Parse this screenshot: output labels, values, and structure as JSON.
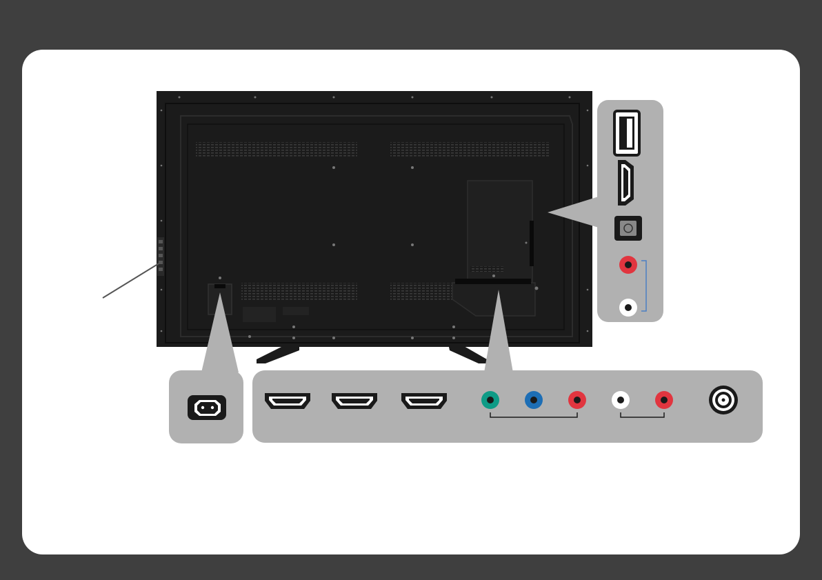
{
  "diagram": {
    "colors": {
      "frame": "#3f3f3f",
      "card": "#ffffff",
      "tv_body": "#1b1b1b",
      "callout_gray": "#b1b1b1",
      "jack_green": "#0e9b86",
      "jack_blue": "#1d6eb5",
      "jack_red": "#e1353f",
      "jack_white": "#ffffff",
      "bracket_blue": "#4a7fc4"
    },
    "side_panel_ports": [
      {
        "name": "usb-port",
        "icon": "usb-port-icon"
      },
      {
        "name": "hdmi-port-side",
        "icon": "hdmi-port-icon"
      },
      {
        "name": "optical-audio-port",
        "icon": "optical-port-icon"
      },
      {
        "name": "audio-in-red-jack",
        "icon": "rca-jack-icon",
        "color": "#e1353f"
      },
      {
        "name": "audio-in-white-jack",
        "icon": "rca-jack-icon",
        "color": "#ffffff"
      }
    ],
    "power_panel_ports": [
      {
        "name": "ac-power-inlet",
        "icon": "power-inlet-icon"
      }
    ],
    "bottom_panel_ports": [
      {
        "name": "hdmi-port-1",
        "icon": "hdmi-port-icon"
      },
      {
        "name": "hdmi-port-2",
        "icon": "hdmi-port-icon"
      },
      {
        "name": "hdmi-port-3",
        "icon": "hdmi-port-icon"
      },
      {
        "name": "component-y-jack",
        "icon": "rca-jack-icon",
        "color": "#0e9b86"
      },
      {
        "name": "component-pb-jack",
        "icon": "rca-jack-icon",
        "color": "#1d6eb5"
      },
      {
        "name": "component-pr-jack",
        "icon": "rca-jack-icon",
        "color": "#e1353f"
      },
      {
        "name": "audio-l-jack",
        "icon": "rca-jack-icon",
        "color": "#ffffff"
      },
      {
        "name": "audio-r-jack",
        "icon": "rca-jack-icon",
        "color": "#e1353f"
      },
      {
        "name": "coax-antenna-port",
        "icon": "coax-port-icon"
      }
    ]
  }
}
